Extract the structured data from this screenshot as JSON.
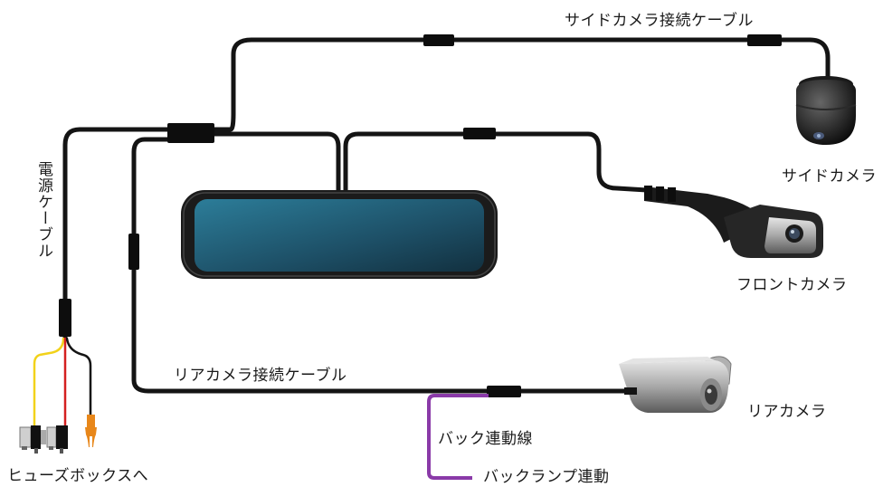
{
  "labels": {
    "side_cable": "サイドカメラ接続ケーブル",
    "side_camera": "サイドカメラ",
    "power_cable": "電源ケーブル",
    "front_camera": "フロントカメラ",
    "rear_cable": "リアカメラ接続ケーブル",
    "rear_camera": "リアカメラ",
    "back_link_wire": "バック連動線",
    "back_lamp_link": "バックランプ連動",
    "fuse_box": "ヒューズボックスへ"
  },
  "colors": {
    "cable": "#141414",
    "fuse_wire_yellow": "#f2d21a",
    "fuse_wire_red": "#d42020",
    "fuse_terminal_orange": "#e8871a",
    "back_wire_purple": "#8a3aa8",
    "mirror_screen": "#1f5f78"
  }
}
